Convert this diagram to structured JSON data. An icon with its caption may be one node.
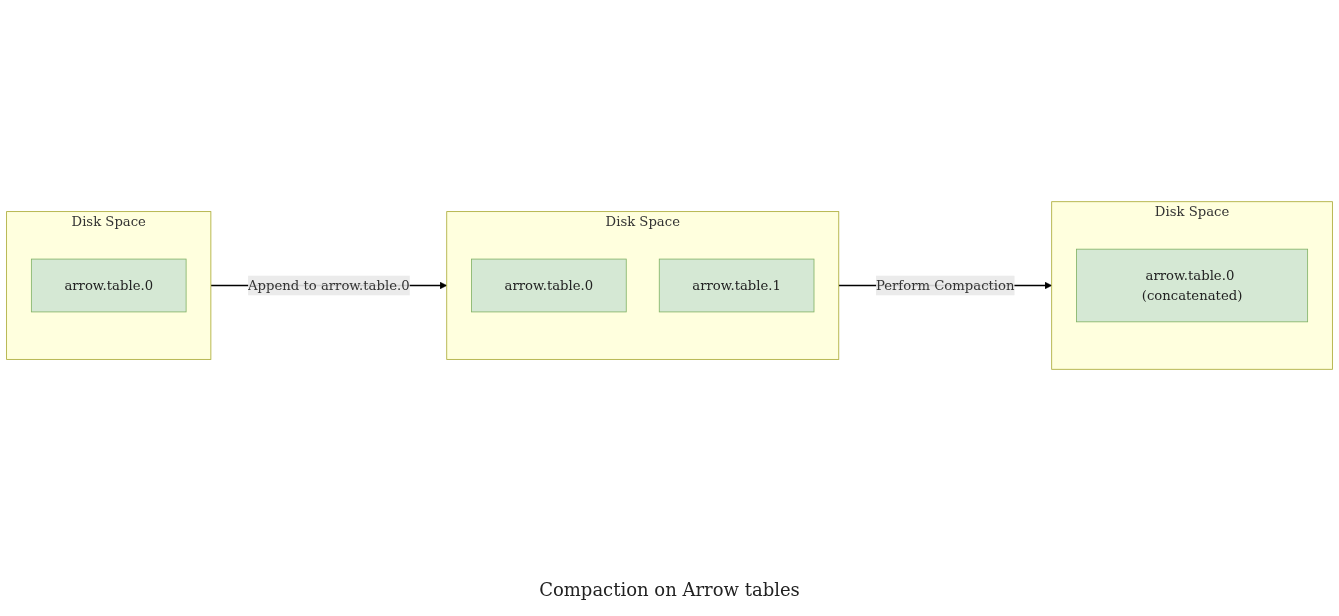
{
  "diagram": {
    "caption": "Compaction on Arrow tables",
    "nodes": [
      {
        "text": [
          "Disk Space"
        ]
      },
      {
        "text": [
          "arrow.table.0"
        ],
        "in": 0
      },
      {
        "text": [
          "Disk Space"
        ]
      },
      {
        "text": [
          "arrow.table.0"
        ],
        "in": 2
      },
      {
        "text": [
          "arrow.table.1"
        ],
        "in": 2
      },
      {
        "text": [
          "Disk Space"
        ]
      },
      {
        "text": [
          "arrow.table.0 (concatenated)"
        ],
        "in": 5
      }
    ],
    "edges": [
      {
        "from": 0,
        "to": 2,
        "arrow": "to",
        "label": "Append to arrow.table.0"
      },
      {
        "from": 2,
        "to": 5,
        "arrow": "to",
        "label": "Perform Compaction"
      }
    ]
  }
}
